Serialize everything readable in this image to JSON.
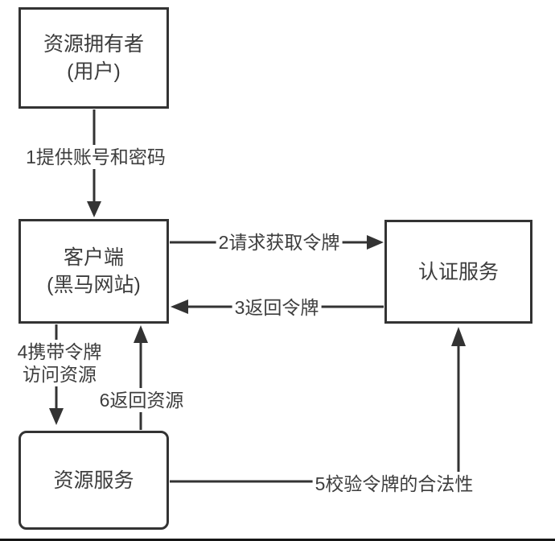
{
  "canvas": {
    "background": "#ffffff",
    "line_color": "#333333",
    "text_color": "#3d3d3d"
  },
  "nodes": {
    "resource_owner": {
      "line1": "资源拥有者",
      "line2": "(用户)"
    },
    "client": {
      "line1": "客户端",
      "line2": "(黑马网站)"
    },
    "auth_service": {
      "label": "认证服务"
    },
    "resource_service": {
      "label": "资源服务"
    }
  },
  "edges": {
    "provide_credentials": {
      "label": "1提供账号和密码"
    },
    "request_token": {
      "label": "2请求获取令牌"
    },
    "return_token": {
      "label": "3返回令牌"
    },
    "carry_token": {
      "line1": "4携带令牌",
      "line2": "访问资源"
    },
    "verify_token": {
      "label": "5校验令牌的合法性"
    },
    "return_resource": {
      "label": "6返回资源"
    }
  }
}
